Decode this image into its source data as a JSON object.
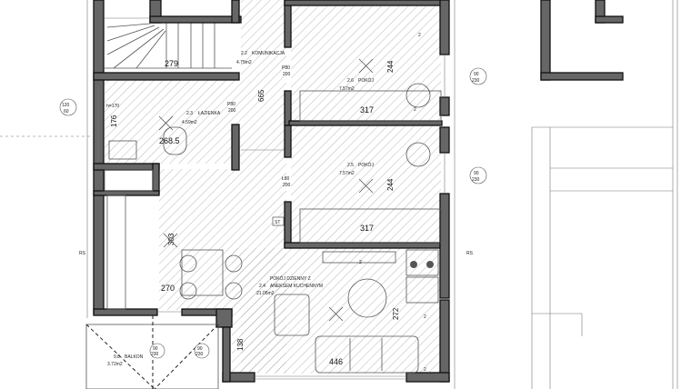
{
  "rooms": [
    {
      "number": "2.2",
      "name": "KOMUNIKACJA",
      "area": "4.75m2"
    },
    {
      "number": "2.3",
      "name": "ŁAZIENKA",
      "area": "4.59m2"
    },
    {
      "number": "2.6",
      "name": "POKÓJ",
      "area": "7.57m2"
    },
    {
      "number": "2.5",
      "name": "POKÓJ",
      "area": "7.57m2"
    },
    {
      "number": "2.4",
      "name": "POKÓJ DZIENNY Z",
      "name2": "ANEKSEM KUCHENNYM",
      "area": "21.05m2"
    },
    {
      "number": "9.8",
      "name": "BALKON",
      "area": "3.72m2"
    }
  ],
  "dimensions": {
    "stairs": "279",
    "bath_height": "176",
    "bath_width": "268.5",
    "corridor": "665",
    "room26_width": "317",
    "room26_depth": "244",
    "room25_width": "317",
    "room25_depth": "244",
    "kitchen_depth": "303",
    "kitchen_width": "270",
    "living_depth": "272",
    "living_width": "446",
    "living_recess": "138",
    "window_sill": "h=170"
  },
  "doors": {
    "d1": [
      "P80",
      "200"
    ],
    "d2": [
      "P80",
      "200"
    ],
    "d3": [
      "Ł80",
      "200"
    ],
    "w_left": [
      "120",
      "60"
    ],
    "w_right1": [
      "90",
      "230"
    ],
    "w_right2": [
      "90",
      "230"
    ],
    "w_balcony1": [
      "90",
      "230"
    ],
    "w_balcony2": [
      "90",
      "230"
    ]
  },
  "markers": {
    "st": "ST",
    "rs_left": "RS",
    "rs_right": "RS",
    "light_count": "2"
  }
}
